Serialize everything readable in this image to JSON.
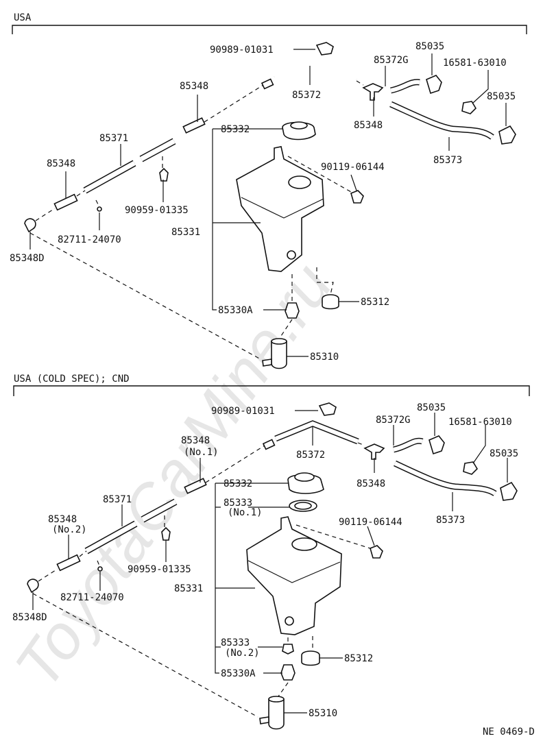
{
  "watermark": "ToyotaCarMine.ru",
  "diagram_id": "NE 0469-D",
  "sections": [
    {
      "title": "USA",
      "labels": {
        "p90989": "90989-01031",
        "p85372": "85372",
        "p85372g": "85372G",
        "p85035a": "85035",
        "p16581": "16581-63010",
        "p85035b": "85035",
        "p85348top": "85348",
        "p85348right": "85348",
        "p85373": "85373",
        "p85332": "85332",
        "p85371": "85371",
        "p85348left": "85348",
        "p90119": "90119-06144",
        "p90959": "90959-01335",
        "p85331": "85331",
        "p82711": "82711-24070",
        "p85348d": "85348D",
        "p85312": "85312",
        "p85330a": "85330A",
        "p85310": "85310"
      }
    },
    {
      "title": "USA  (COLD SPEC); CND",
      "labels": {
        "p90989": "90989-01031",
        "p85372": "85372",
        "p85372g": "85372G",
        "p85035a": "85035",
        "p16581": "16581-63010",
        "p85035b": "85035",
        "p85348top": "85348",
        "p85348topno": "(No.1)",
        "p85348right": "85348",
        "p85373": "85373",
        "p85332": "85332",
        "p85333a": "85333",
        "p85333ano": "(No.1)",
        "p85371": "85371",
        "p85348left": "85348",
        "p85348leftno": "(No.2)",
        "p90119": "90119-06144",
        "p90959": "90959-01335",
        "p85331": "85331",
        "p82711": "82711-24070",
        "p85348d": "85348D",
        "p85333b": "85333",
        "p85333bno": "(No.2)",
        "p85312": "85312",
        "p85330a": "85330A",
        "p85310": "85310"
      }
    }
  ]
}
